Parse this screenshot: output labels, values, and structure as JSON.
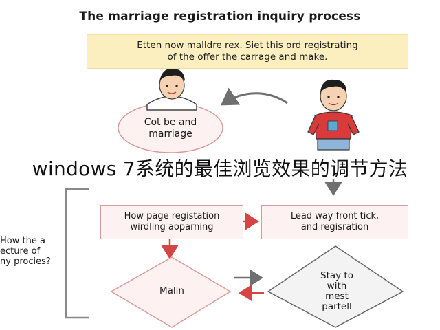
{
  "title": "The marriage registration inquiry process",
  "banner": {
    "line1": "Etten now malldre rex. Siet this ord registrating",
    "line2": "of the offer the carrage and make."
  },
  "ellipse": {
    "line1": "Cot be and",
    "line2": "marriage"
  },
  "overlay_caption": "windows 7系统的最佳浏览效果的调节方法",
  "box_left": {
    "line1": "How page registation",
    "line2": "wirdling aoparning"
  },
  "box_right": {
    "line1": "Lead way front tick,",
    "line2": "and regisration"
  },
  "side_question": {
    "line1": "How the a",
    "line2": "ecture of",
    "line3": "ny procies?"
  },
  "diamond_left": {
    "label": "Malin"
  },
  "diamond_right": {
    "line1": "Stay to",
    "line2": "with",
    "line3": "mest",
    "line4": "partell"
  },
  "colors": {
    "banner_bg": "#fbefc0",
    "box_border": "#d99a9a",
    "red_arrow": "#d64545",
    "gray_arrow": "#777777",
    "shirt": "#d93b3b",
    "shorts": "#8fb3d9"
  }
}
